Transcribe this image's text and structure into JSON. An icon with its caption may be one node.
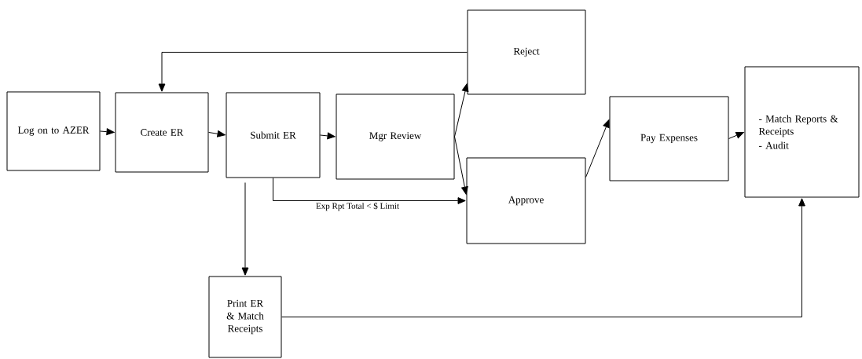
{
  "diagram": {
    "nodes": [
      {
        "text": [
          "Log on to AZER"
        ]
      },
      {
        "text": [
          "Create ER"
        ]
      },
      {
        "text": [
          "Submit ER"
        ]
      },
      {
        "text": [
          "Mgr Review"
        ]
      },
      {
        "text": [
          "Reject"
        ]
      },
      {
        "text": [
          "Approve"
        ]
      },
      {
        "text": [
          "Pay Expenses"
        ]
      },
      {
        "text": [
          "- Match Reports & Receipts",
          "- Audit"
        ]
      },
      {
        "text": [
          "Print ER & Match Receipts"
        ]
      }
    ],
    "edges": [
      {
        "from": 0,
        "to": 1,
        "arrow": "to"
      },
      {
        "from": 1,
        "to": 2,
        "arrow": "to"
      },
      {
        "from": 2,
        "to": 3,
        "arrow": "to"
      },
      {
        "from": 3,
        "to": 4,
        "arrow": "to"
      },
      {
        "from": 3,
        "to": 5,
        "arrow": "to"
      },
      {
        "from": 4,
        "to": 1,
        "arrow": "to"
      },
      {
        "from": 2,
        "to": 5,
        "arrow": "to",
        "label": "Exp Rpt Total < $ Limit"
      },
      {
        "from": 2,
        "to": 8,
        "arrow": "to"
      },
      {
        "from": 5,
        "to": 6,
        "arrow": "to"
      },
      {
        "from": 6,
        "to": 7,
        "arrow": "to"
      },
      {
        "from": 8,
        "to": 7,
        "arrow": "to"
      }
    ]
  }
}
